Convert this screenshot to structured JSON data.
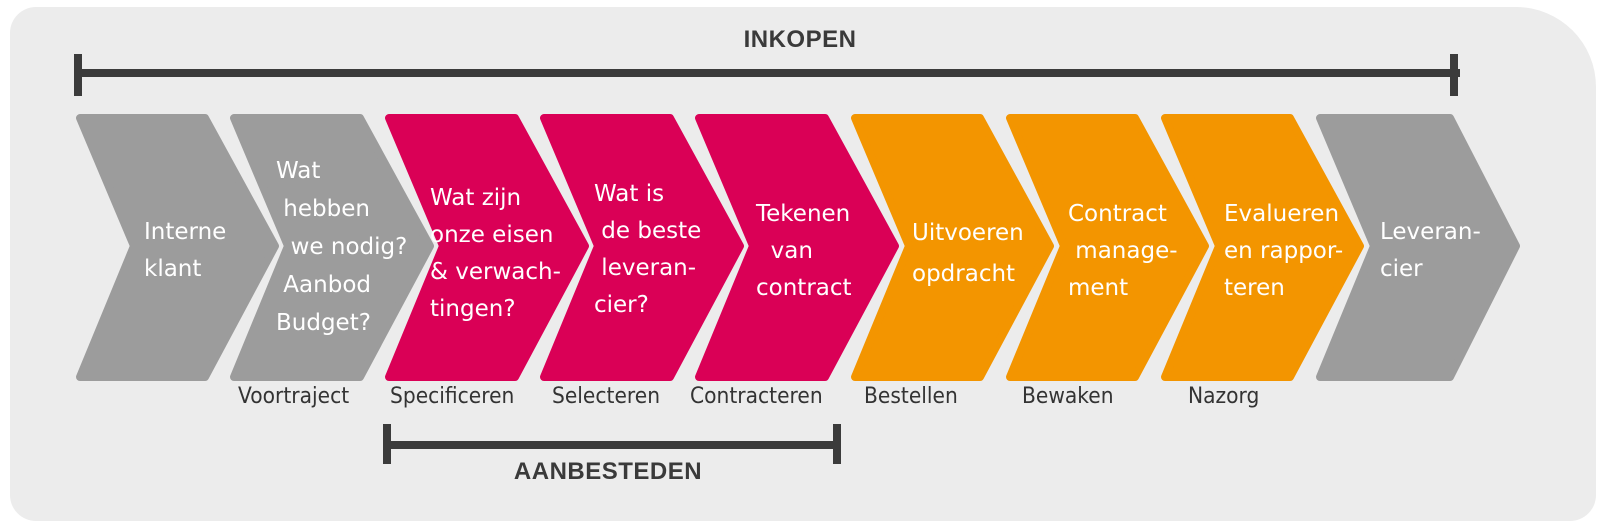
{
  "brackets": {
    "top": {
      "label": "INKOPEN"
    },
    "bottom": {
      "label": "AANBESTEDEN"
    }
  },
  "colors": {
    "grey": "#9c9c9c",
    "magenta": "#da0056",
    "orange": "#f39500",
    "background": "#ececec",
    "bar": "#3b3b3b"
  },
  "steps": [
    {
      "text": "Interne\nklant",
      "color": "grey"
    },
    {
      "text": "Wat\n hebben\n  we nodig?\n Aanbod\nBudget?",
      "color": "grey"
    },
    {
      "text": "Wat zijn\nonze eisen\n& verwach-\ntingen?",
      "color": "magenta"
    },
    {
      "text": "Wat is\n de beste\n leveran-\ncier?",
      "color": "magenta"
    },
    {
      "text": "Tekenen\n  van\ncontract",
      "color": "magenta"
    },
    {
      "text": "Uitvoeren\nopdracht",
      "color": "orange"
    },
    {
      "text": "Contract\n manage-\nment",
      "color": "orange"
    },
    {
      "text": "Evalueren\nen rappor-\nteren",
      "color": "orange"
    },
    {
      "text": "Leveran-\ncier",
      "color": "grey"
    }
  ],
  "phases": [
    {
      "label": "Voortraject"
    },
    {
      "label": "Specificeren"
    },
    {
      "label": "Selecteren"
    },
    {
      "label": "Contracteren"
    },
    {
      "label": "Bestellen"
    },
    {
      "label": "Bewaken"
    },
    {
      "label": "Nazorg"
    }
  ]
}
